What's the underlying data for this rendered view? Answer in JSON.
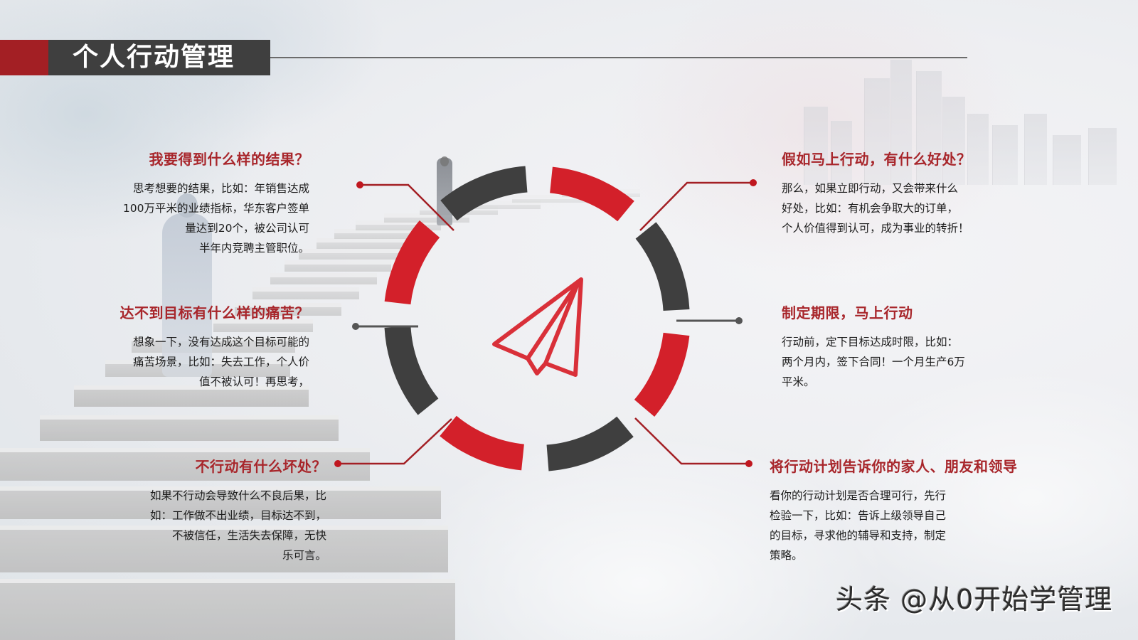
{
  "header": {
    "title": "个人行动管理"
  },
  "colors": {
    "accent_red": "#d3202a",
    "title_red": "#a8262b",
    "dark_gray": "#3f3f3f",
    "connector_red": "#a31f24",
    "connector_gray": "#555555"
  },
  "diagram": {
    "center_icon": "paper-plane-icon",
    "ring_segments": [
      {
        "position": "top-right",
        "color": "red"
      },
      {
        "position": "right-upper",
        "color": "dark"
      },
      {
        "position": "right-lower",
        "color": "red"
      },
      {
        "position": "bottom-right",
        "color": "dark"
      },
      {
        "position": "bottom-left",
        "color": "red"
      },
      {
        "position": "left-lower",
        "color": "dark"
      },
      {
        "position": "left-upper",
        "color": "red"
      },
      {
        "position": "top-left",
        "color": "dark"
      }
    ]
  },
  "items": [
    {
      "title": "我要得到什么样的结果？",
      "body": "思考想要的结果，比如：年销售达成\n100万平米的业绩指标，华东客户签单\n量达到20个，被公司认可\n半年内竞聘主管职位。"
    },
    {
      "title": "达不到目标有什么样的痛苦？",
      "body": "想象一下，没有达成这个目标可能的\n痛苦场景，比如：失去工作，个人价\n值不被认可！再思考，"
    },
    {
      "title": "不行动有什么坏处？",
      "body": "如果不行动会导致什么不良后果，比\n如：工作做不出业绩，目标达不到，\n不被信任，生活失去保障，无快\n乐可言。"
    },
    {
      "title": "假如马上行动，有什么好处？",
      "body": "那么，如果立即行动，又会带来什么\n好处，比如：有机会争取大的订单，\n个人价值得到认可，成为事业的转折！"
    },
    {
      "title": "制定期限，马上行动",
      "body": "行动前，定下目标达成时限，比如：\n两个月内，签下合同！一个月生产6万\n平米。"
    },
    {
      "title": "将行动计划告诉你的家人、朋友和领导",
      "body": "看你的行动计划是否合理可行，先行\n检验一下，比如：告诉上级领导自己\n的目标，寻求他的辅导和支持，制定\n策略。"
    }
  ],
  "watermark": "头条 @从0开始学管理"
}
